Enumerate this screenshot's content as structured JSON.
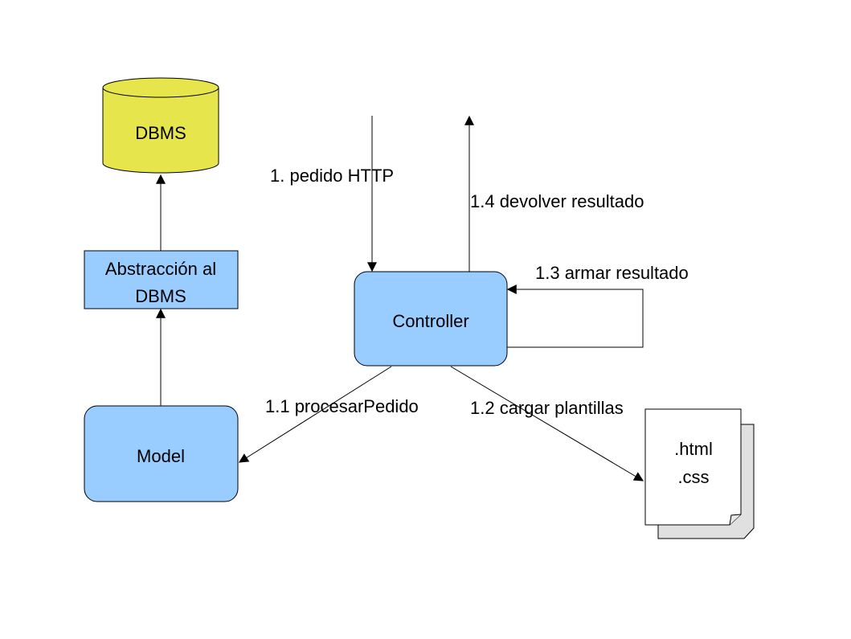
{
  "nodes": {
    "dbms": {
      "label": "DBMS",
      "fill": "#e6e64c"
    },
    "abstraction": {
      "line1": "Abstracción al",
      "line2": "DBMS",
      "fill": "#99ccff"
    },
    "controller": {
      "label": "Controller",
      "fill": "#99ccff"
    },
    "model": {
      "label": "Model",
      "fill": "#99ccff"
    },
    "templates": {
      "line1": ".html",
      "line2": ".css",
      "fill": "#ffffff"
    }
  },
  "edges": {
    "http_request": "1. pedido HTTP",
    "process_request": "1.1 procesarPedido",
    "load_templates": "1.2 cargar plantillas",
    "build_result": "1.3 armar resultado",
    "return_result": "1.4 devolver resultado"
  }
}
